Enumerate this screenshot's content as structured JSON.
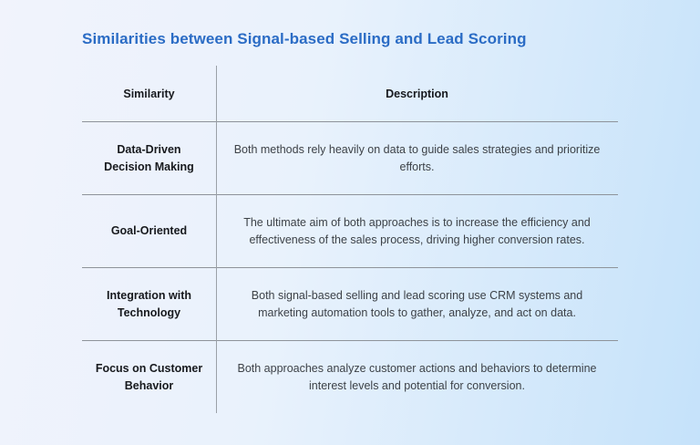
{
  "title": "Similarities between Signal-based Selling and Lead Scoring",
  "table": {
    "headers": {
      "similarity": "Similarity",
      "description": "Description"
    },
    "rows": [
      {
        "similarity": "Data-Driven Decision Making",
        "description": "Both methods rely heavily on data to guide sales strategies and prioritize efforts."
      },
      {
        "similarity": "Goal-Oriented",
        "description": "The ultimate aim of both approaches is to increase the efficiency and effectiveness of the sales process, driving higher conversion rates."
      },
      {
        "similarity": "Integration with Technology",
        "description": "Both signal-based selling and lead scoring use CRM systems and marketing automation tools to gather, analyze, and act on data."
      },
      {
        "similarity": "Focus on Customer Behavior",
        "description": "Both approaches analyze customer actions and behaviors to determine interest levels and potential for conversion."
      }
    ]
  },
  "colors": {
    "title_blue": "#2b6cc5",
    "background_start": "#f1f3fc",
    "background_end": "#c5e2fa",
    "divider_gray": "#8e939a",
    "header_text": "#17191d",
    "body_text": "#3d4248"
  }
}
